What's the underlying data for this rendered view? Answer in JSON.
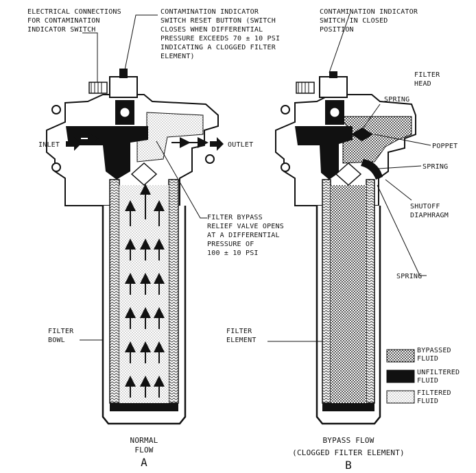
{
  "labels": {
    "electrical": [
      "ELECTRICAL CONNECTIONS",
      "FOR CONTAMINATION",
      "INDICATOR SWITCH"
    ],
    "reset": [
      "CONTAMINATION INDICATOR",
      "SWITCH RESET BUTTON (SWITCH",
      "CLOSES WHEN DIFFERENTIAL",
      "PRESSURE EXCEEDS 70 ± 10 PSI",
      "INDICATING A CLOGGED FILTER",
      "ELEMENT)"
    ],
    "inlet": "INLET",
    "outlet": "OUTLET",
    "bypass_valve": [
      "FILTER BYPASS",
      "RELIEF VALVE OPENS",
      "AT A DIFFERENTIAL",
      "PRESSURE OF",
      "100 ± 10 PSI"
    ],
    "filter_bowl": [
      "FILTER",
      "BOWL"
    ],
    "switch_closed": [
      "CONTAMINATION INDICATOR",
      "SWITCH IN CLOSED",
      "POSITION"
    ],
    "filter_head": [
      "FILTER",
      "HEAD"
    ],
    "spring_top": "SPRING",
    "poppet": "POPPET",
    "spring_mid": "SPRING",
    "shutoff": [
      "SHUTOFF",
      "DIAPHRAGM"
    ],
    "spring_low": "SPRING",
    "filter_element": [
      "FILTER",
      "ELEMENT"
    ]
  },
  "legend": [
    {
      "label": [
        "BYPASSED",
        "FLUID"
      ],
      "pattern": "bypassed"
    },
    {
      "label": [
        "UNFILTERED",
        "FLUID"
      ],
      "pattern": "unfiltered"
    },
    {
      "label": [
        "FILTERED",
        "FLUID"
      ],
      "pattern": "filtered"
    }
  ],
  "captions": {
    "a_text": [
      "NORMAL",
      "FLOW"
    ],
    "a_letter": "A",
    "b_text": [
      "BYPASS FLOW",
      "(CLOGGED FILTER ELEMENT)"
    ],
    "b_letter": "B"
  },
  "colors": {
    "ink": "#111111",
    "paper": "#ffffff"
  }
}
